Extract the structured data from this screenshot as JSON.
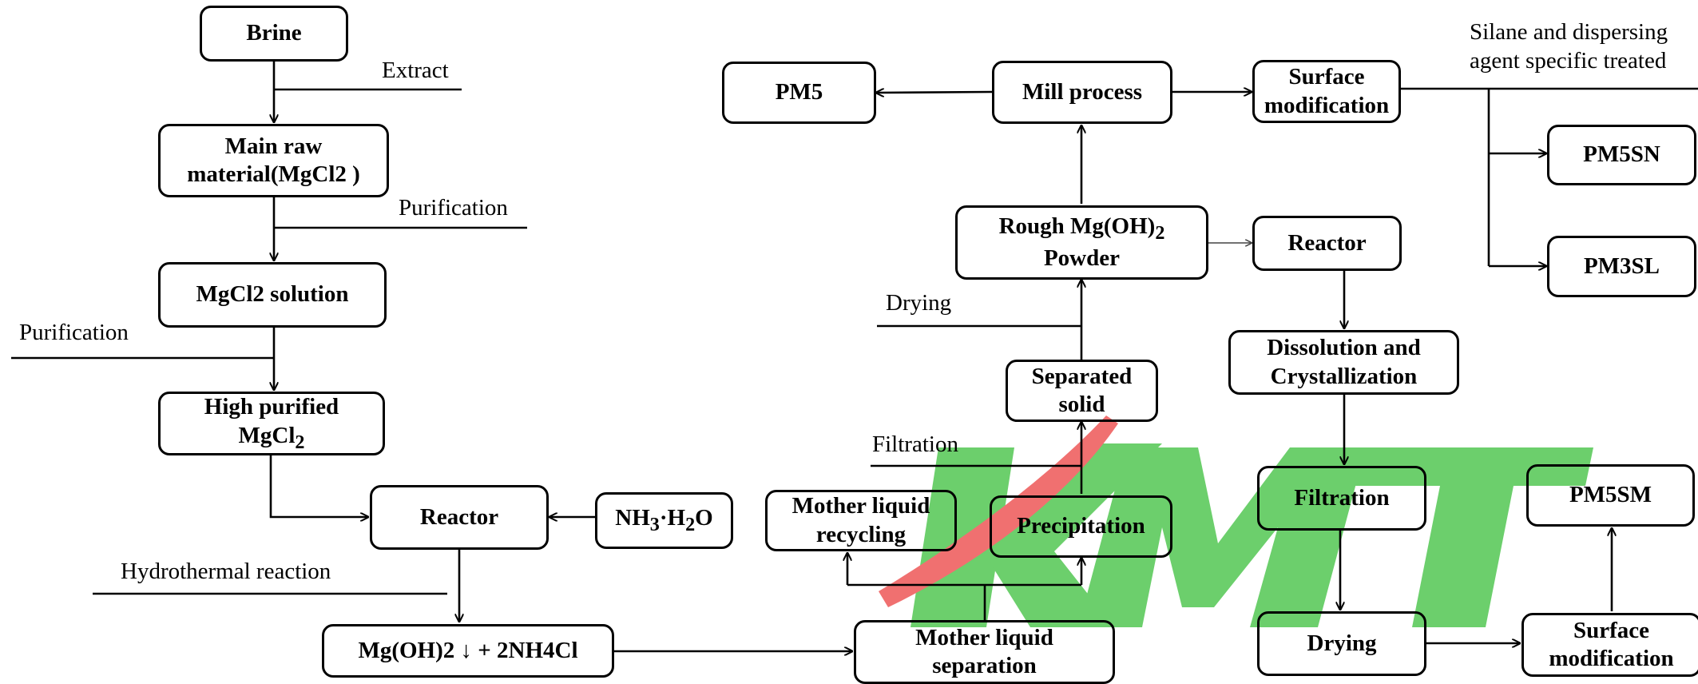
{
  "nodes": {
    "brine": "Brine",
    "main_raw_line1": "Main raw",
    "main_raw_line2": "material(MgCl2 )",
    "mgcl2_solution": "MgCl2 solution",
    "high_purified_line1": "High purified",
    "high_purified_line2_base": "MgCl",
    "high_purified_line2_sub": "2",
    "reactor_left": "Reactor",
    "nh3_N": "NH",
    "nh3_sub3": "3",
    "nh3_dotH": "·H",
    "nh3_sub2": "2",
    "nh3_O": "O",
    "mgoh2_nh4cl": "Mg(OH)2 ↓ + 2NH4Cl",
    "mother_liquid_sep_line1": "Mother liquid",
    "mother_liquid_sep_line2": "separation",
    "mother_liquid_rec_line1": "Mother liquid",
    "mother_liquid_rec_line2": "recycling",
    "precipitation": "Precipitation",
    "separated_solid_line1": "Separated",
    "separated_solid_line2": "solid",
    "rough_line1_base": "Rough Mg(OH)",
    "rough_line1_sub": "2",
    "rough_line2": "Powder",
    "mill_process": "Mill process",
    "pm5": "PM5",
    "surface_mod_top_line1": "Surface",
    "surface_mod_top_line2": "modification",
    "pm5sn": "PM5SN",
    "pm3sl": "PM3SL",
    "reactor_right": "Reactor",
    "dissolution_line1": "Dissolution and",
    "dissolution_line2": "Crystallization",
    "filtration_box": "Filtration",
    "drying_box": "Drying",
    "surface_mod_bottom_line1": "Surface",
    "surface_mod_bottom_line2": "modification",
    "pm5sm": "PM5SM"
  },
  "labels": {
    "extract": "Extract",
    "purification_1": "Purification",
    "purification_2": "Purification",
    "hydrothermal": "Hydrothermal reaction",
    "filtration": "Filtration",
    "drying": "Drying",
    "silane_line1": "Silane and dispersing",
    "silane_line2": "agent specific treated"
  },
  "watermark": {
    "letters": "KMT",
    "green": "#6ccf6c",
    "red": "#f07070"
  }
}
